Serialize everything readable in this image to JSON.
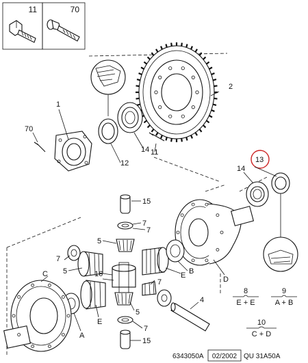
{
  "header_boxes": [
    {
      "label": "11",
      "icon": "hex-bolt-icon"
    },
    {
      "label": "70",
      "icon": "flange-bolt-icon"
    }
  ],
  "callouts": {
    "c1": "1",
    "c2": "2",
    "c4": "4",
    "c5a": "5",
    "c5b": "5",
    "c5c": "5",
    "c7a": "7",
    "c7b": "7",
    "c7c": "7",
    "c7d": "7",
    "c7e": "7",
    "c8": "8",
    "c9": "9",
    "c10": "10",
    "c11": "11",
    "c12": "12",
    "c13": "13",
    "c14a": "14",
    "c14b": "14",
    "c15a": "15",
    "c15b": "15",
    "c16": "16",
    "c70": "70",
    "cA": "A",
    "cB": "B",
    "cC": "C",
    "cD": "D",
    "cEa": "E",
    "cEb": "E"
  },
  "highlight_color": "#cc2222",
  "equations": {
    "eq8": "E + E",
    "eq9": "A + B",
    "eq10": "C + D"
  },
  "footer": {
    "ref": "6343050A",
    "date": "02/2002",
    "model": "QU 31A50A"
  }
}
